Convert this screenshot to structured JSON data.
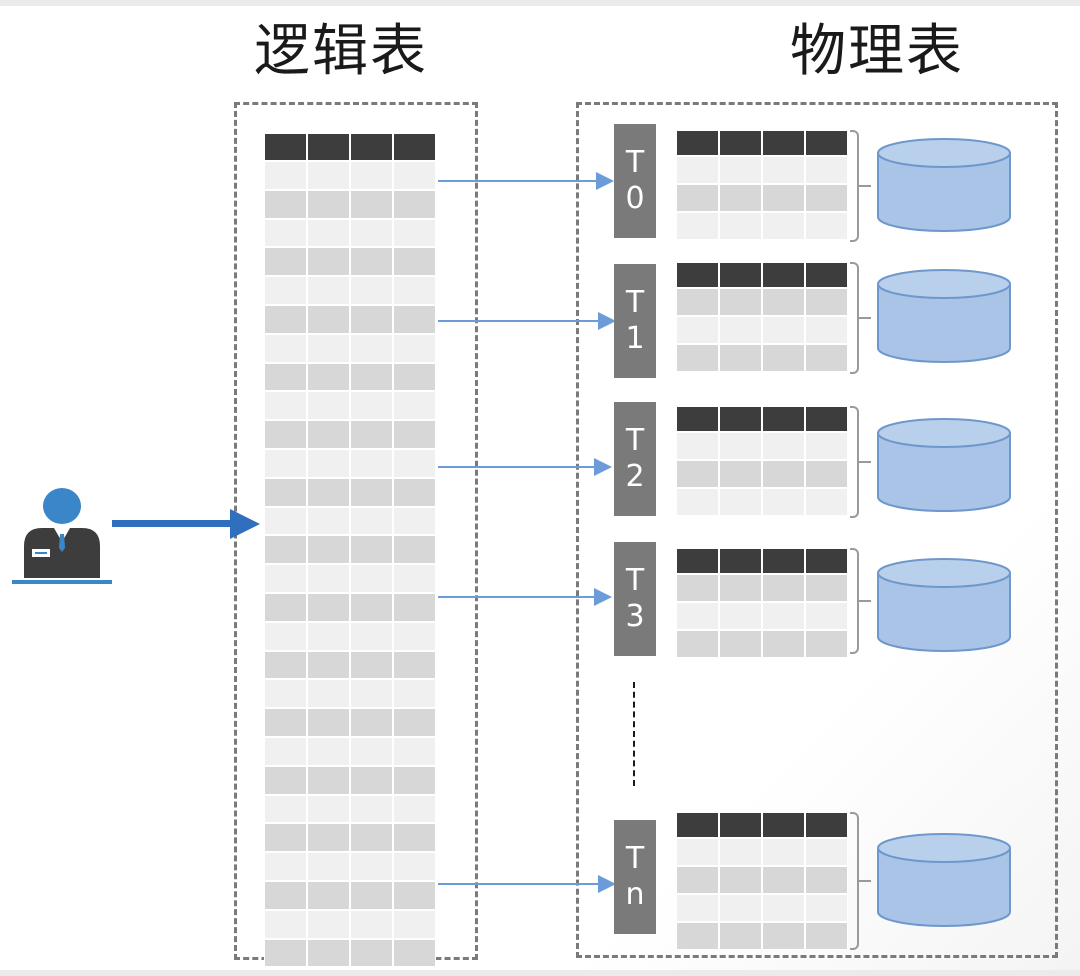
{
  "titles": {
    "logical": "逻辑表",
    "physical": "物理表"
  },
  "tables": [
    {
      "top": "T",
      "bottom": "0"
    },
    {
      "top": "T",
      "bottom": "1"
    },
    {
      "top": "T",
      "bottom": "2"
    },
    {
      "top": "T",
      "bottom": "3"
    },
    {
      "top": "T",
      "bottom": "n"
    }
  ],
  "colors": {
    "header_cell": "#3d3d3d",
    "dark_cell": "#d7d7d7",
    "light_cell": "#f0f0f0",
    "arrow": "#6b9bd8",
    "user_arrow": "#2f6fbe",
    "database_fill": "#a9c4e6",
    "database_stroke": "#6e97cc",
    "user_icon_head": "#3a86c8",
    "user_icon_body": "#3d3d3d"
  },
  "icons": {
    "user": "user-icon",
    "database": "database-icon"
  }
}
